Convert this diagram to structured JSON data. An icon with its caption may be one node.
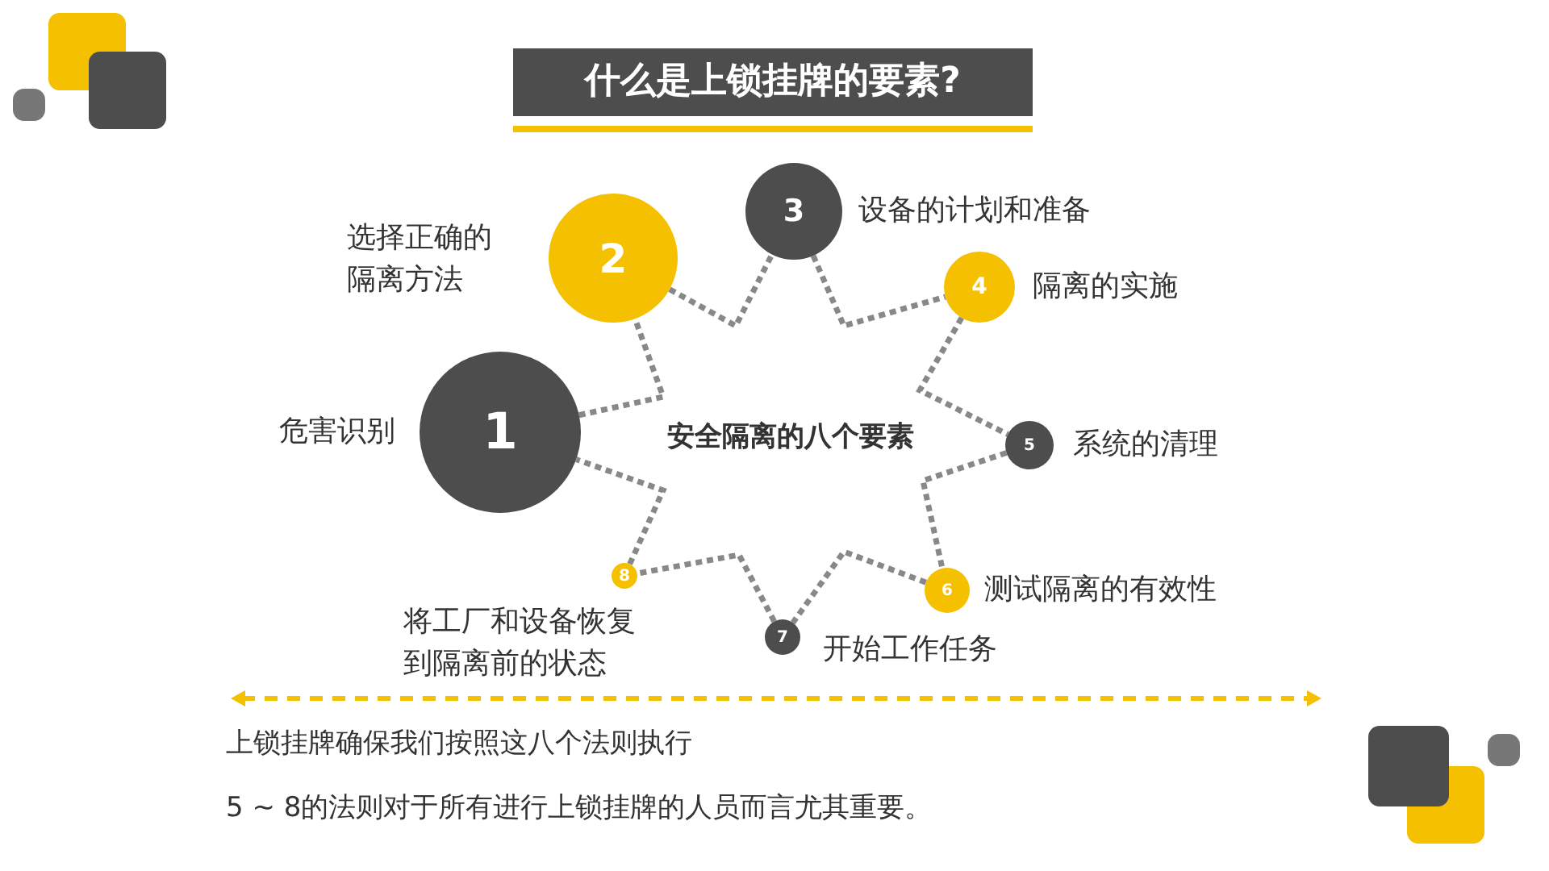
{
  "diagram": {
    "title": "什么是上锁挂牌的要素?",
    "nodes": [
      {
        "text": [
          "1"
        ],
        "beside": [
          "危害识别"
        ]
      },
      {
        "text": [
          "2"
        ],
        "beside": [
          "选择正确的隔离方法"
        ]
      },
      {
        "text": [
          "3"
        ],
        "beside": [
          "设备的计划和准备"
        ]
      },
      {
        "text": [
          "4"
        ],
        "beside": [
          "隔离的实施"
        ]
      },
      {
        "text": [
          "5"
        ],
        "beside": [
          "系统的清理"
        ]
      },
      {
        "text": [
          "6"
        ],
        "beside": [
          "测试隔离的有效性"
        ]
      },
      {
        "text": [
          "7"
        ],
        "beside": [
          "开始工作任务"
        ]
      },
      {
        "text": [
          "8"
        ],
        "beside": [
          "将工厂和设备恢复到隔离前的状态"
        ]
      }
    ],
    "edges": [
      {
        "from": 0,
        "to": 1,
        "arrow": "none",
        "style": "dashed"
      },
      {
        "from": 1,
        "to": 2,
        "arrow": "none",
        "style": "dashed"
      },
      {
        "from": 2,
        "to": 3,
        "arrow": "none",
        "style": "dashed"
      },
      {
        "from": 3,
        "to": 4,
        "arrow": "none",
        "style": "dashed"
      },
      {
        "from": 4,
        "to": 5,
        "arrow": "none",
        "style": "dashed"
      },
      {
        "from": 5,
        "to": 6,
        "arrow": "none",
        "style": "dashed"
      },
      {
        "from": 6,
        "to": 7,
        "arrow": "none",
        "style": "dashed"
      },
      {
        "from": 7,
        "to": 0,
        "arrow": "none",
        "style": "dashed"
      }
    ],
    "labels": [
      "安全隔离的八个要素",
      "上锁挂牌确保我们按照这八个法则执行",
      "5 ~ 8的法则对于所有进行上锁挂牌的人员而言尤其重要。"
    ]
  }
}
